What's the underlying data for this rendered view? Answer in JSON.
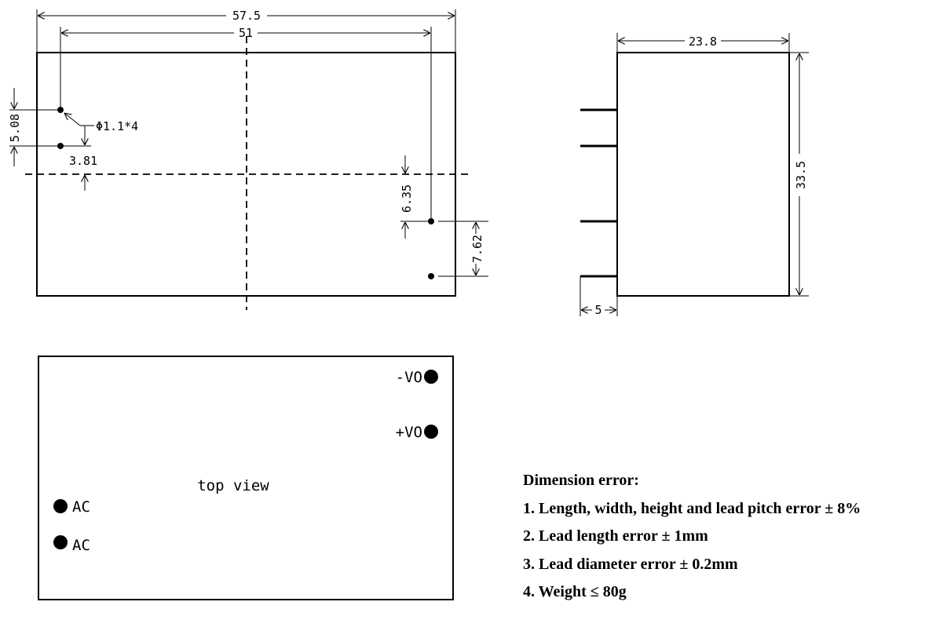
{
  "front_view": {
    "dims": {
      "total_length": "57.5",
      "pin_span": "51",
      "pin_spacing": "5.08",
      "pin_diameter": "Φ1.1*4",
      "pin_offset_y": "3.81",
      "pin_offset_right": "6.35",
      "pin_spacing_right": "7.62"
    }
  },
  "side_view": {
    "dims": {
      "width": "23.8",
      "height": "33.5",
      "lead_length": "5"
    }
  },
  "top_view": {
    "title": "top view",
    "pins": {
      "neg_vo": "-VO",
      "pos_vo": "+VO",
      "ac_1": "AC",
      "ac_2": "AC"
    }
  },
  "notes": {
    "heading": "Dimension error:",
    "items": [
      "1. Length, width, height and lead pitch error ± 8%",
      "2. Lead length error ± 1mm",
      "3. Lead diameter error ± 0.2mm",
      "4. Weight ≤ 80g"
    ]
  }
}
